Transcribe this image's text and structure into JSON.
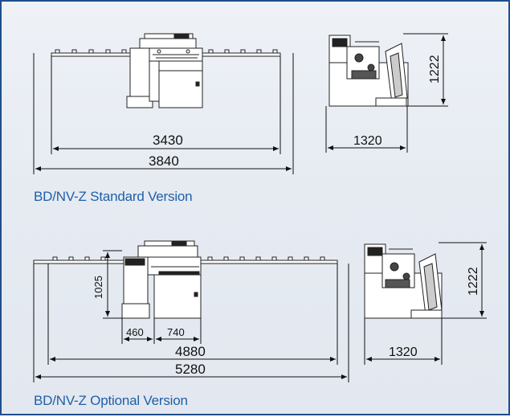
{
  "standard": {
    "caption": "BD/NV-Z  Standard Version",
    "dims": {
      "inner_width": "3430",
      "outer_width": "3840",
      "side_width": "1320",
      "side_height": "1222"
    }
  },
  "optional": {
    "caption": "BD/NV-Z  Optional Version",
    "dims": {
      "height_1025": "1025",
      "width_460": "460",
      "width_740": "740",
      "inner_width": "4880",
      "outer_width": "5280",
      "side_width": "1320",
      "side_height": "1222"
    }
  },
  "colors": {
    "frame": "#1f4e8c",
    "caption": "#1f5fa8",
    "background": "#e6ebf2"
  }
}
